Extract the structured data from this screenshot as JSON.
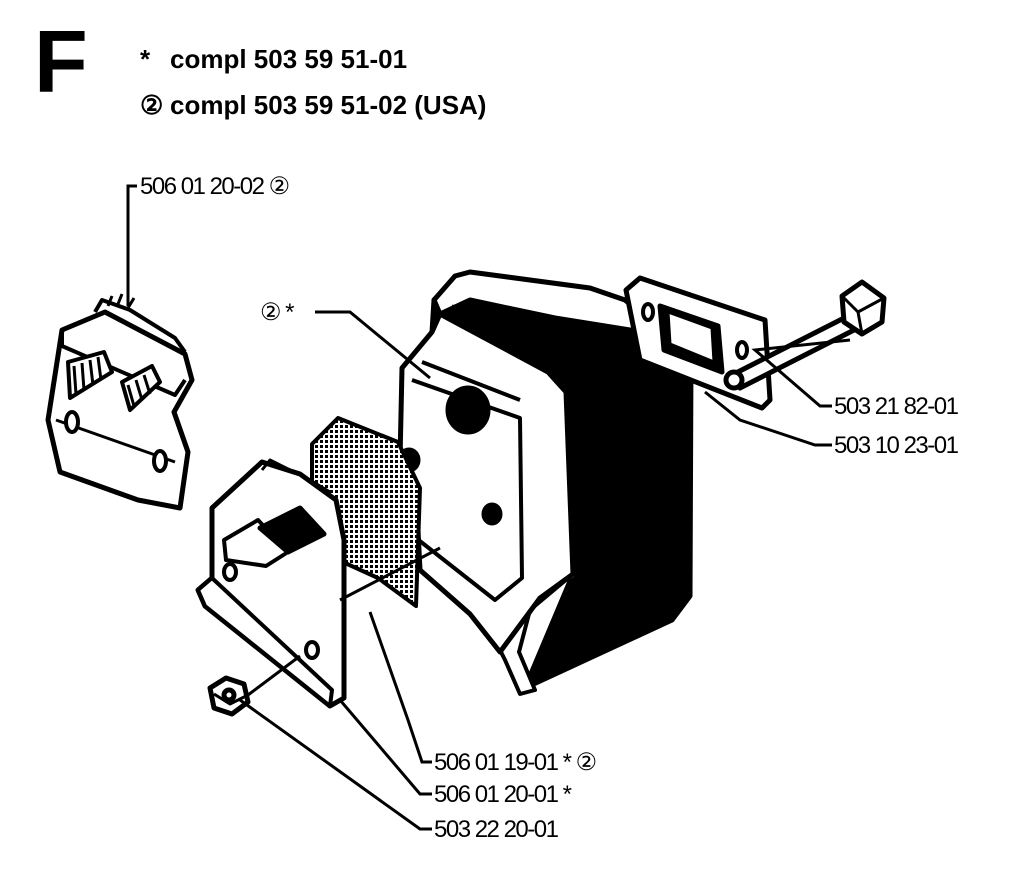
{
  "section_letter": "F",
  "header": {
    "line1": {
      "mark": "*",
      "text": "compl 503 59 51-01"
    },
    "line2": {
      "mark": "②",
      "text": "compl 503 59 51-02 (USA)"
    }
  },
  "callouts": [
    {
      "id": "heat-shield",
      "text": "506 01 20-02 ②"
    },
    {
      "id": "muffler-marks",
      "text": "② *"
    },
    {
      "id": "bolt",
      "text": "503 21 82-01"
    },
    {
      "id": "gasket",
      "text": "503 10 23-01"
    },
    {
      "id": "spark-screen",
      "text": "506 01 19-01 * ②"
    },
    {
      "id": "deflector",
      "text": "506 01 20-01 *"
    },
    {
      "id": "nut",
      "text": "503 22 20-01"
    }
  ]
}
